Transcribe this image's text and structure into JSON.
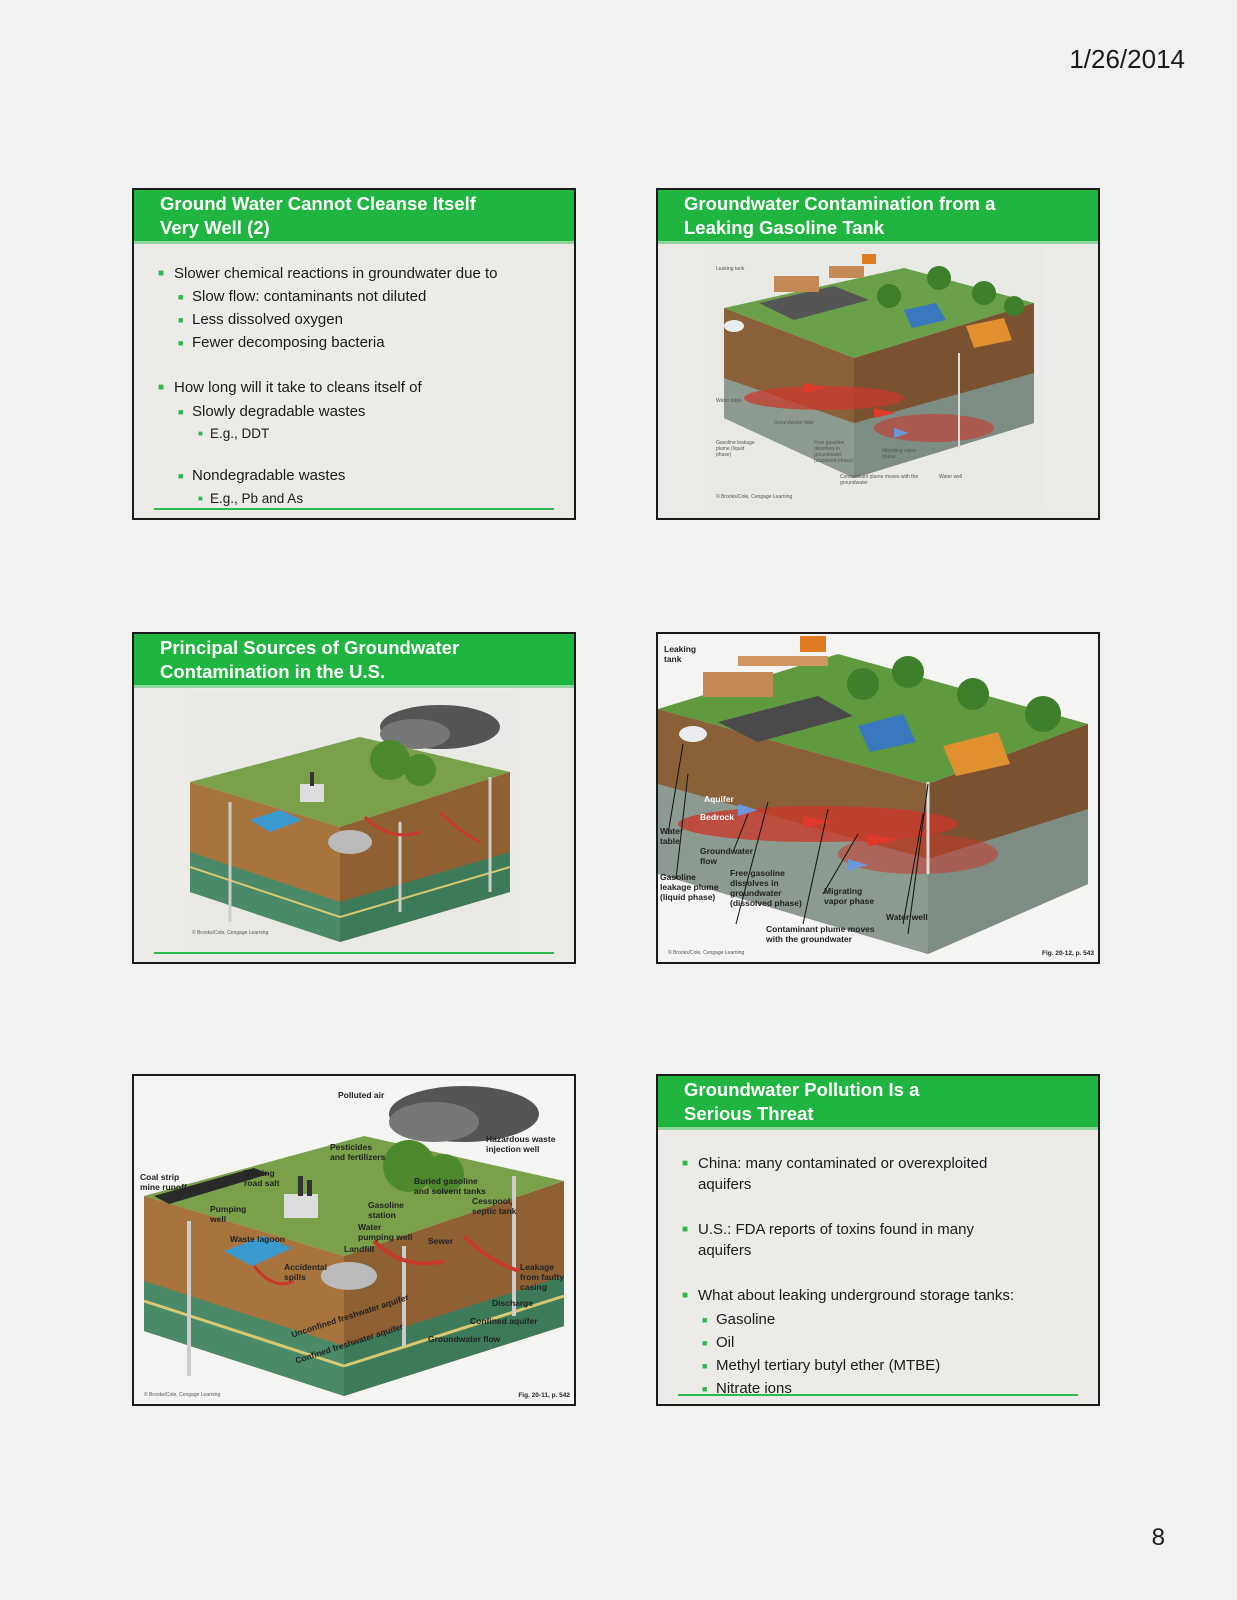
{
  "page": {
    "date": "1/26/2014",
    "number": "8"
  },
  "slide1": {
    "title": "Ground Water Cannot Cleanse Itself\nVery Well (2)",
    "bullets": [
      "Slower chemical reactions in groundwater due to",
      "Slow flow: contaminants not diluted",
      "Less dissolved oxygen",
      "Fewer decomposing bacteria",
      "How long will it take to cleans itself of",
      "Slowly degradable wastes",
      "E.g., DDT",
      "Nondegradable wastes",
      "E.g., Pb and As"
    ]
  },
  "slide2": {
    "title": "Groundwater Contamination from a\nLeaking Gasoline Tank",
    "credit": "© Brooks/Cole, Cengage Learning",
    "labels": [
      "Leaking tank",
      "Water table",
      "Gasoline leakage plume (liquid phase)",
      "Groundwater flow",
      "Free gasoline dissolves in groundwater (dissolved phase)",
      "Migrating vapor phase",
      "Contaminant plume moves with the groundwater",
      "Water well"
    ]
  },
  "slide3": {
    "title": "Principal Sources of Groundwater\nContamination in the U.S.",
    "credit": "© Brooks/Cole, Cengage Learning"
  },
  "slide4": {
    "labels": {
      "leaking_tank": "Leaking\ntank",
      "aquifer": "Aquifer",
      "bedrock": "Bedrock",
      "water_table": "Water\ntable",
      "groundwater_flow": "Groundwater\nflow",
      "gasoline_plume": "Gasoline\nleakage plume\n(liquid phase)",
      "free_gasoline": "Free gasoline\ndissolves in\ngroundwater\n(dissolved phase)",
      "migrating_vapor": "Migrating\nvapor phase",
      "water_well": "Water well",
      "contaminant_plume": "Contaminant plume moves\nwith the groundwater"
    },
    "credit": "© Brooks/Cole, Cengage Learning",
    "fig_ref": "Fig. 20-12, p. 543"
  },
  "slide5": {
    "labels": {
      "polluted_air": "Polluted air",
      "hazardous_waste": "Hazardous waste\ninjection well",
      "pesticides": "Pesticides\nand fertilizers",
      "coal_strip": "Coal strip\nmine runoff",
      "deicing": "Deicing\nroad salt",
      "buried_gasoline": "Buried gasoline\nand solvent tanks",
      "pumping_well": "Pumping\nwell",
      "gasoline_station": "Gasoline\nstation",
      "cesspool": "Cesspool,\nseptic tank",
      "water_pumping_well": "Water\npumping well",
      "waste_lagoon": "Waste lagoon",
      "landfill": "Landfill",
      "sewer": "Sewer",
      "accidental_spills": "Accidental\nspills",
      "leakage": "Leakage\nfrom faulty\ncasing",
      "discharge": "Discharge",
      "confined_aquifer": "Confined aquifer",
      "groundwater_flow": "Groundwater flow",
      "unconfined_fw": "Unconfined freshwater aquifer",
      "confined_fw": "Confined freshwater aquifer"
    },
    "credit": "© Brooks/Cole, Cengage Learning",
    "fig_ref": "Fig. 20-11, p. 542"
  },
  "slide6": {
    "title": "Groundwater Pollution Is a\nSerious Threat",
    "bullets": [
      "China: many contaminated or overexploited",
      "aquifers",
      "U.S.: FDA reports of toxins found in many",
      "aquifers",
      "What about leaking underground storage tanks:",
      "Gasoline",
      "Oil",
      "Methyl tertiary butyl ether (MTBE)",
      "Nitrate ions"
    ]
  },
  "colors": {
    "header_green": "#20b440",
    "rule_green": "#2eb84a",
    "plume_red": "#c8392b"
  }
}
